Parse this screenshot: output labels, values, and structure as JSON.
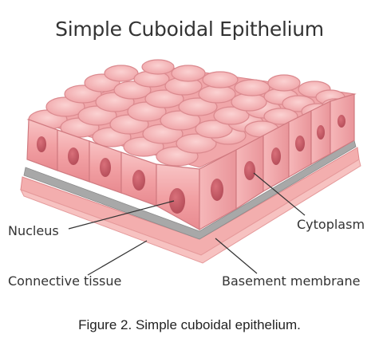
{
  "title": "Simple Cuboidal Epithelium",
  "labels": {
    "nucleus": "Nucleus",
    "cytoplasm": "Cytoplasm",
    "connective_tissue": "Connective tissue",
    "basement_membrane": "Basement membrane"
  },
  "caption": {
    "figure_label": "Figure 2.",
    "text": "Simple cuboidal epithelium."
  },
  "colors": {
    "cell_fill": "#f4a3a6",
    "cell_highlight": "#f9c6c7",
    "cell_edge": "#d9787e",
    "nucleus": "#c85a64",
    "basement_membrane": "#a9a9a9",
    "connective_tissue": "#f5b1b0"
  }
}
